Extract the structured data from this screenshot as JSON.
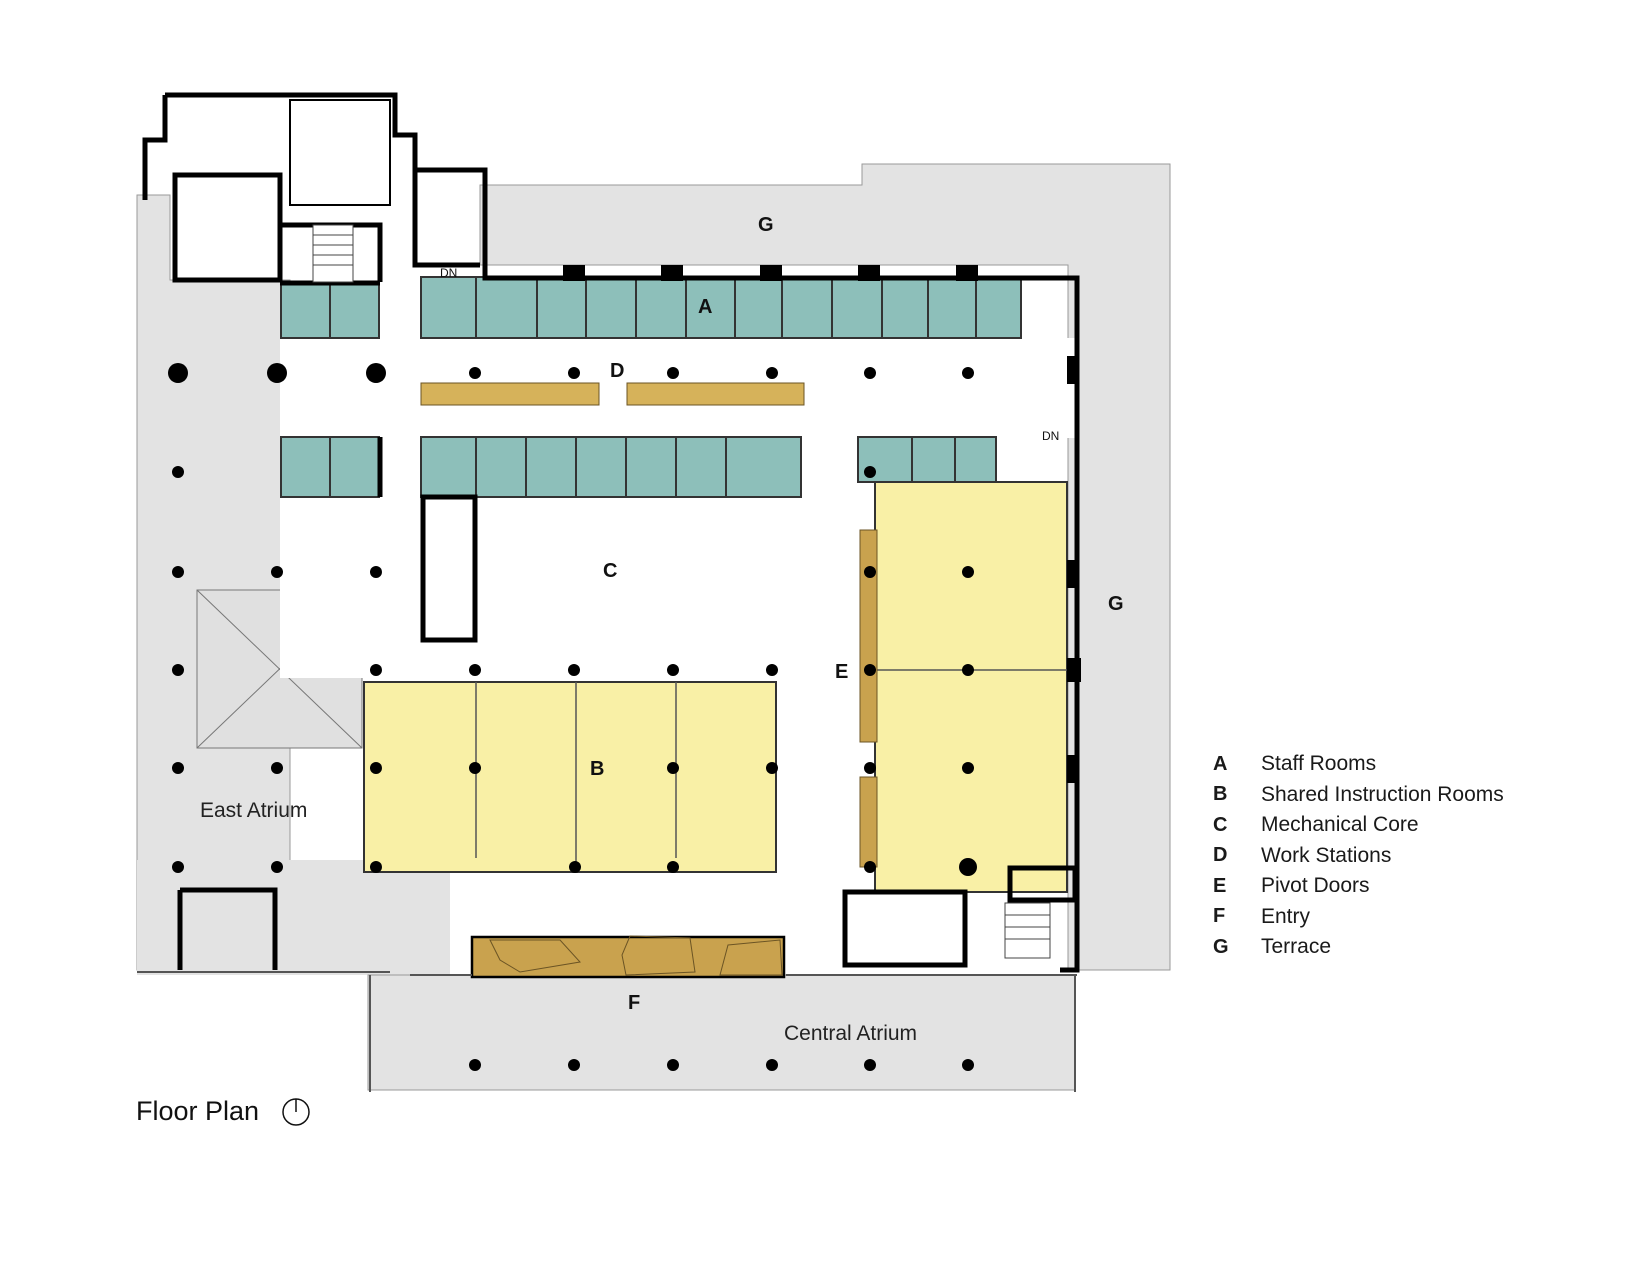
{
  "plan": {
    "labels": {
      "A": "A",
      "B": "B",
      "C": "C",
      "D": "D",
      "E": "E",
      "F": "F",
      "G": "G"
    },
    "areas": {
      "east_atrium": "East Atrium",
      "central_atrium": "Central Atrium"
    },
    "stair_marks": [
      "DN",
      "DN"
    ]
  },
  "legend": [
    {
      "key": "A",
      "text": "Staff Rooms"
    },
    {
      "key": "B",
      "text": "Shared Instruction Rooms"
    },
    {
      "key": "C",
      "text": "Mechanical Core"
    },
    {
      "key": "D",
      "text": "Work Stations"
    },
    {
      "key": "E",
      "text": "Pivot Doors"
    },
    {
      "key": "F",
      "text": "Entry"
    },
    {
      "key": "G",
      "text": "Terrace"
    }
  ],
  "caption": {
    "title": "Floor Plan",
    "icon": "north-arrow-icon"
  },
  "colors": {
    "terrace": "#e3e3e3",
    "staff_rooms": "#8dbfba",
    "instruction_rooms": "#f9f0a6",
    "wood": "#c9a24e",
    "walls": "#000000"
  }
}
